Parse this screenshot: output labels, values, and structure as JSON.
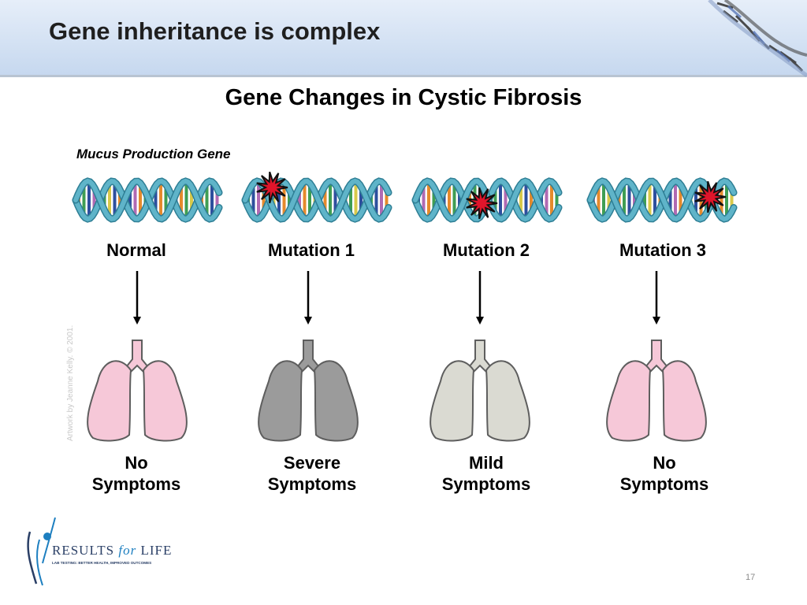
{
  "slide": {
    "title": "Gene inheritance is complex",
    "page_number": "17"
  },
  "diagram": {
    "title": "Gene Changes in Cystic Fibrosis",
    "gene_label": "Mucus Production Gene",
    "credit": "Artwork by Jeanne Kelly. © 2001.",
    "columns": [
      {
        "label": "Normal",
        "outcome_line1": "No",
        "outcome_line2": "Symptoms",
        "lung_color": "#f6c8d8",
        "mutation": "none"
      },
      {
        "label": "Mutation 1",
        "outcome_line1": "Severe",
        "outcome_line2": "Symptoms",
        "lung_color": "#9b9b9b",
        "mutation": "left"
      },
      {
        "label": "Mutation 2",
        "outcome_line1": "Mild",
        "outcome_line2": "Symptoms",
        "lung_color": "#dadad2",
        "mutation": "middle"
      },
      {
        "label": "Mutation 3",
        "outcome_line1": "No",
        "outcome_line2": "Symptoms",
        "lung_color": "#f6c8d8",
        "mutation": "right"
      }
    ]
  },
  "logo": {
    "name_part1": "RESULTS",
    "name_part2": "for",
    "name_part3": "LIFE",
    "tagline": "LAB TESTING: BETTER HEALTH, IMPROVED OUTCOMES"
  },
  "colors": {
    "header_gradient_top": "#e6eef9",
    "header_gradient_bottom": "#c6d8ef",
    "dna_backbone": "#5fb4c9",
    "mutation_star": "#e0152b"
  }
}
